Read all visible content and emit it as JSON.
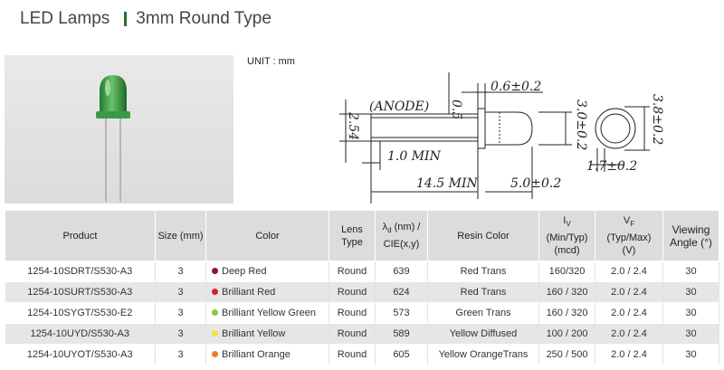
{
  "header": {
    "category": "LED Lamps",
    "subtitle": "3mm Round Type"
  },
  "drawing": {
    "unit_label": "UNIT : mm",
    "anode_label": "(ANODE)",
    "lead_width": "0.5",
    "lead_span": "0.6±0.2",
    "body_diameter": "3.0±0.2",
    "flange_diameter": "3.8±0.2",
    "pitch": "2.54",
    "min_label": "1.0  MIN",
    "lead_length": "14.5  MIN",
    "body_length": "5.0±0.2",
    "flange_width": "1.7±0.2"
  },
  "table": {
    "headers": {
      "product": "Product",
      "size": "Size (mm)",
      "color": "Color",
      "lens_type": "Lens Type",
      "lambda_main": "λ",
      "lambda_sub": "d",
      "lambda_tail": " (nm) /",
      "lambda_line2": "CIE(x,y)",
      "resin_color": "Resin Color",
      "iv_main": "I",
      "iv_sub": "V",
      "iv_line2": "(Min/Typ)",
      "iv_line3": "(mcd)",
      "vf_main": "V",
      "vf_sub": "F",
      "vf_line2": "(Typ/Max)",
      "vf_line3": "(V)",
      "viewing_angle": "Viewing Angle (°)"
    },
    "rows": [
      {
        "product": "1254-10SDRT/S530-A3",
        "size": "3",
        "dot_color": "#8b1a2e",
        "color": "Deep Red",
        "lens": "Round",
        "wavelength": "639",
        "resin": "Red Trans",
        "iv": "160/320",
        "vf": "2.0 / 2.4",
        "angle": "30"
      },
      {
        "product": "1254-10SURT/S530-A3",
        "size": "3",
        "dot_color": "#d81e2c",
        "color": "Brilliant Red",
        "lens": "Round",
        "wavelength": "624",
        "resin": "Red Trans",
        "iv": "160 / 320",
        "vf": "2.0 / 2.4",
        "angle": "30"
      },
      {
        "product": "1254-10SYGT/S530-E2",
        "size": "3",
        "dot_color": "#8cc63f",
        "color": "Brilliant Yellow Green",
        "lens": "Round",
        "wavelength": "573",
        "resin": "Green Trans",
        "iv": "160 / 320",
        "vf": "2.0 / 2.4",
        "angle": "30"
      },
      {
        "product": "1254-10UYD/S530-A3",
        "size": "3",
        "dot_color": "#f2e24a",
        "color": "Brilliant Yellow",
        "lens": "Round",
        "wavelength": "589",
        "resin": "Yellow Diffused",
        "iv": "100 / 200",
        "vf": "2.0 / 2.4",
        "angle": "30"
      },
      {
        "product": "1254-10UYOT/S530-A3",
        "size": "3",
        "dot_color": "#f07a2a",
        "color": "Brilliant Orange",
        "lens": "Round",
        "wavelength": "605",
        "resin": "Yellow OrangeTrans",
        "iv": "250 / 500",
        "vf": "2.0 / 2.4",
        "angle": "30"
      }
    ]
  }
}
